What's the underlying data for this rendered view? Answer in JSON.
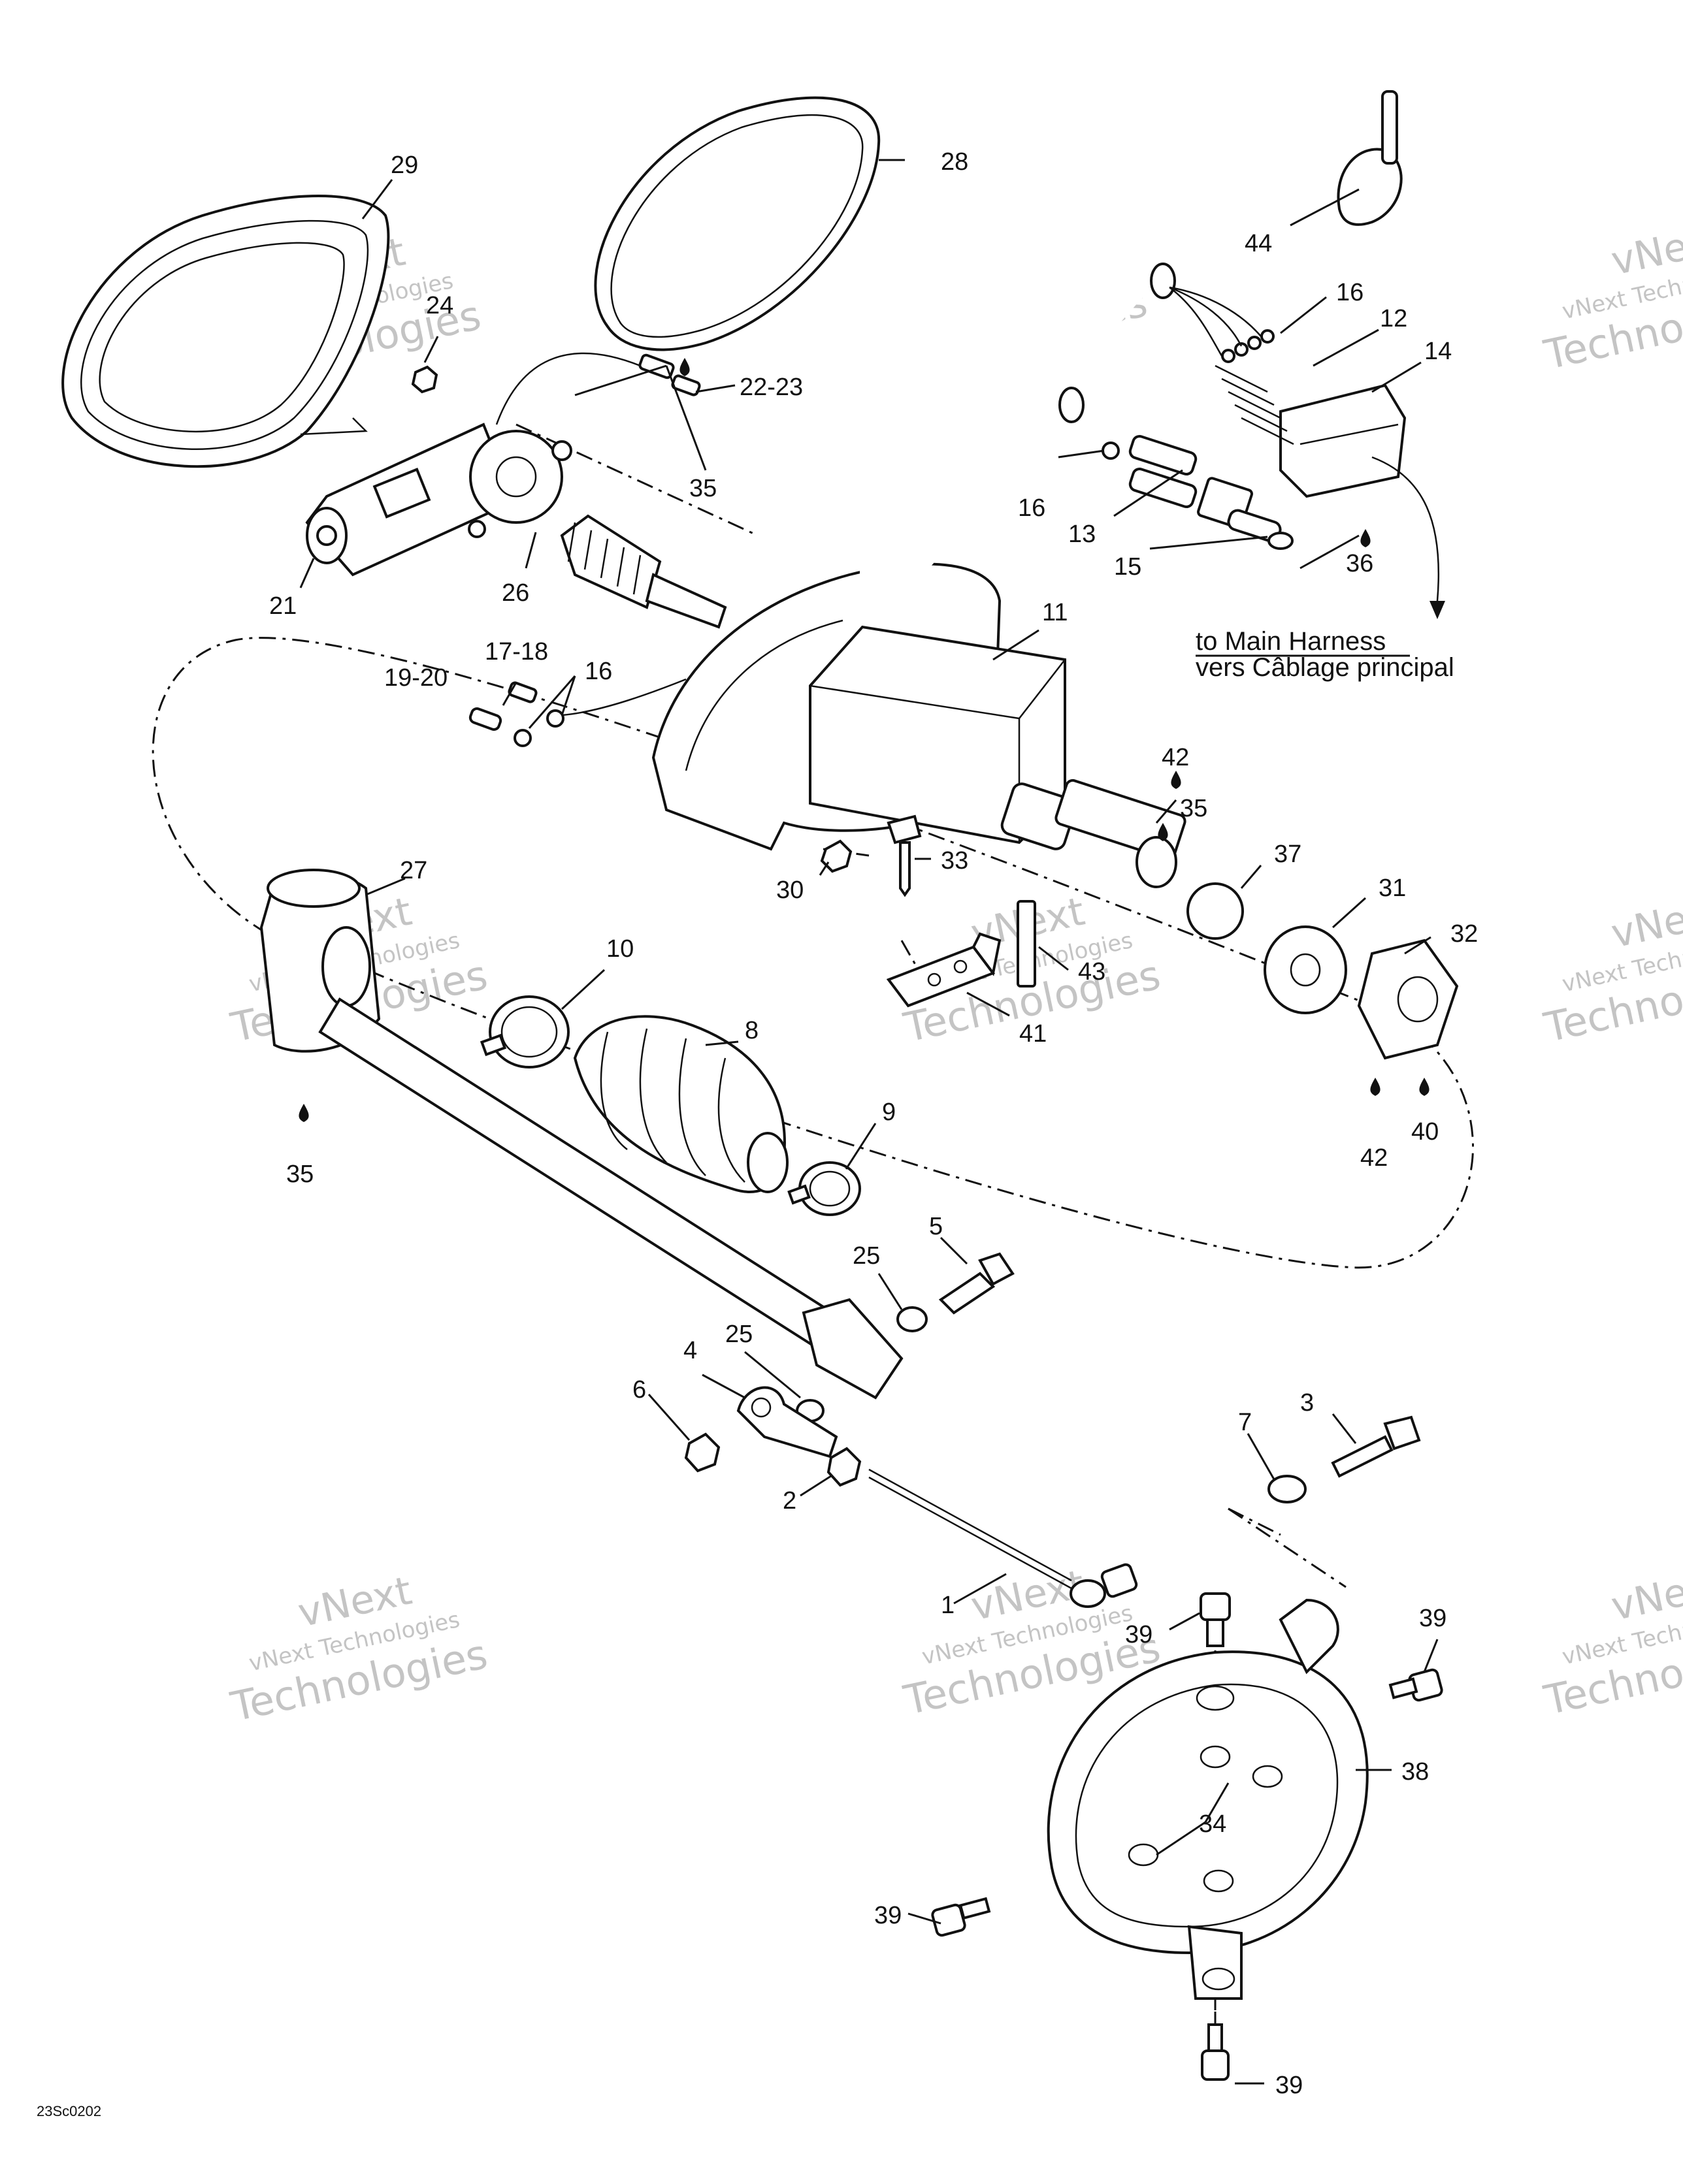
{
  "diagram_code": "23Sc0202",
  "harness_note": {
    "line1": "to Main Harness",
    "line2": "vers Câblage principal"
  },
  "watermark": {
    "line1": "vNext",
    "line2": "vNext Technologies",
    "line3": "Technologies"
  },
  "callouts": {
    "c1": "1",
    "c2": "2",
    "c3": "3",
    "c4": "4",
    "c5": "5",
    "c6": "6",
    "c7": "7",
    "c8": "8",
    "c9": "9",
    "c10": "10",
    "c11": "11",
    "c12": "12",
    "c13": "13",
    "c14": "14",
    "c15": "15",
    "c16a": "16",
    "c16b": "16",
    "c16c": "16",
    "c17_18": "17-18",
    "c19_20": "19-20",
    "c21": "21",
    "c22_23": "22-23",
    "c24": "24",
    "c25a": "25",
    "c25b": "25",
    "c26": "26",
    "c27": "27",
    "c28": "28",
    "c29": "29",
    "c30": "30",
    "c31": "31",
    "c32": "32",
    "c33": "33",
    "c34": "34",
    "c35a": "35",
    "c35b": "35",
    "c35c": "35",
    "c36": "36",
    "c37": "37",
    "c38": "38",
    "c39a": "39",
    "c39b": "39",
    "c39c": "39",
    "c39d": "39",
    "c40": "40",
    "c41": "41",
    "c42a": "42",
    "c42b": "42",
    "c43": "43",
    "c44": "44"
  }
}
